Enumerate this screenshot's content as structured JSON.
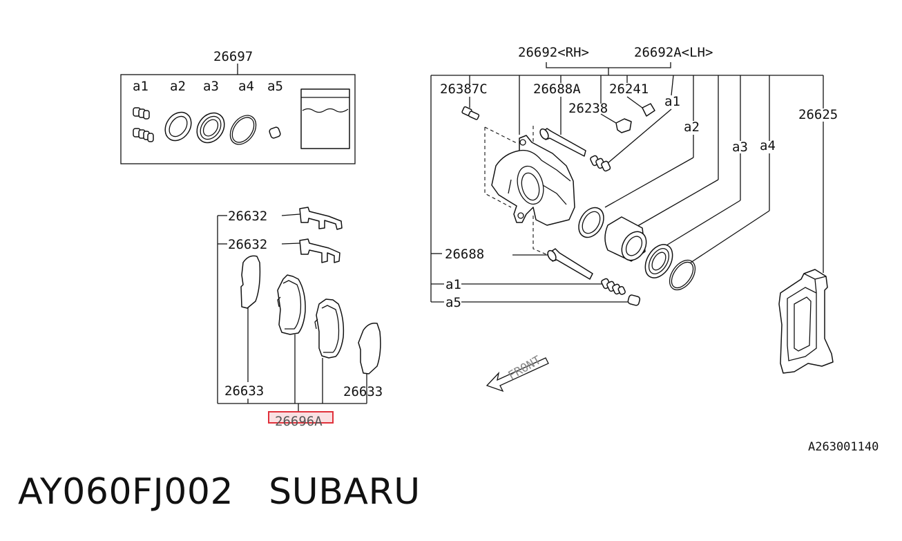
{
  "diagram": {
    "labels": {
      "kit_26697": "26697",
      "kit_a1": "a1",
      "kit_a2": "a2",
      "kit_a3": "a3",
      "kit_a4": "a4",
      "kit_a5": "a5",
      "clip_1": "26632",
      "clip_2": "26632",
      "shim_left": "26633",
      "shim_right": "26633",
      "pad_set": "26696A",
      "caliper_rh": "26692<RH>",
      "caliper_lh": "26692A<LH>",
      "bleeder": "26387C",
      "guide_pin_a": "26688A",
      "part_26241": "26241",
      "part_26238": "26238",
      "right_a1_top": "a1",
      "right_a2": "a2",
      "right_a3": "a3",
      "right_a4": "a4",
      "bracket": "26625",
      "guide_pin": "26688",
      "right_a1_bottom": "a1",
      "right_a5": "a5",
      "front_arrow": "FRONT",
      "drawing_number": "A263001140"
    }
  },
  "caption": {
    "text": "AY060FJ002   SUBARU"
  },
  "highlight": {
    "color": "#e0303a",
    "fill": "rgba(224,48,58,0.15)"
  }
}
